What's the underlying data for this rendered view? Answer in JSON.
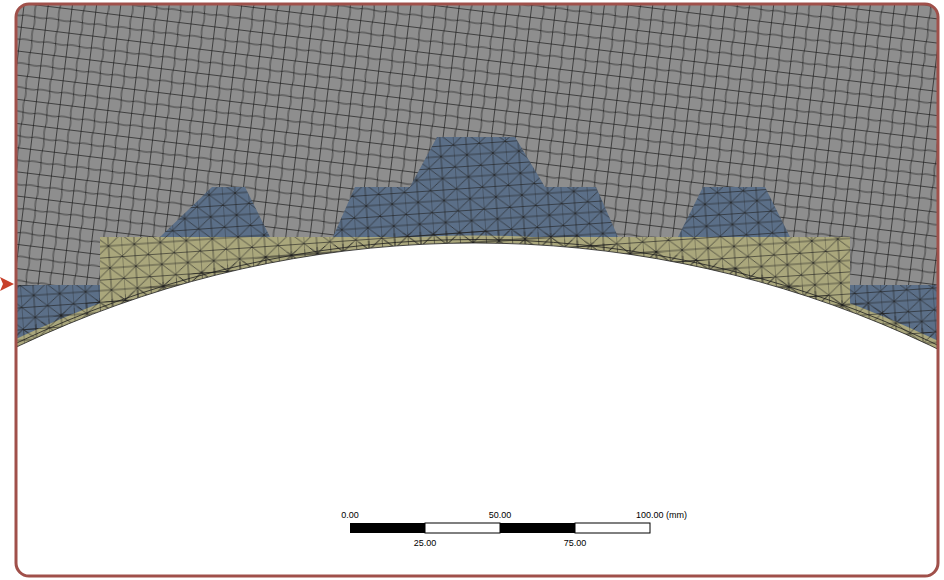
{
  "diagram": {
    "labels": [
      "0.00",
      "50.00",
      "100.00 (mm)",
      "25.00",
      "75.00"
    ]
  }
}
